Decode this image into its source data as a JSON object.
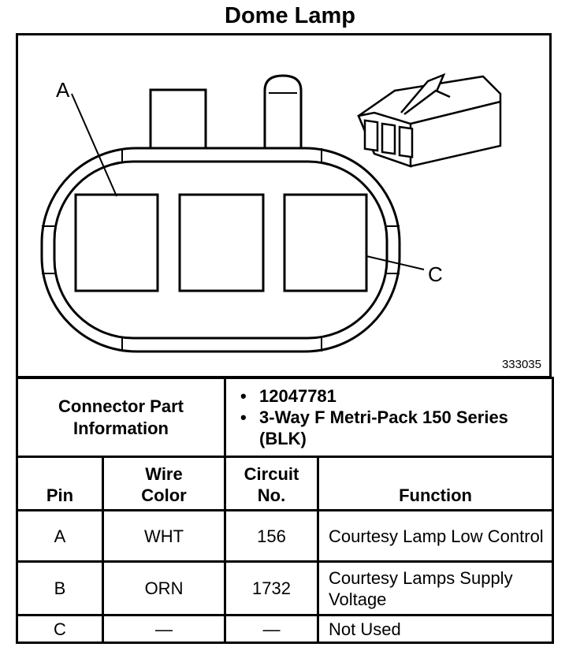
{
  "title": "Dome Lamp",
  "diagram": {
    "pin_a_label": "A",
    "pin_c_label": "C",
    "figure_number": "333035"
  },
  "connector_info": {
    "label": "Connector Part Information",
    "items": [
      "12047781",
      "3-Way F Metri-Pack 150 Series (BLK)"
    ]
  },
  "table": {
    "headers": {
      "pin": "Pin",
      "wire_color": "Wire Color",
      "circuit_no": "Circuit No.",
      "function": "Function"
    },
    "rows": [
      {
        "pin": "A",
        "wire_color": "WHT",
        "circuit_no": "156",
        "function": "Courtesy Lamp Low Control"
      },
      {
        "pin": "B",
        "wire_color": "ORN",
        "circuit_no": "1732",
        "function": "Courtesy Lamps Supply Voltage"
      },
      {
        "pin": "C",
        "wire_color": "—",
        "circuit_no": "—",
        "function": "Not Used"
      }
    ]
  }
}
